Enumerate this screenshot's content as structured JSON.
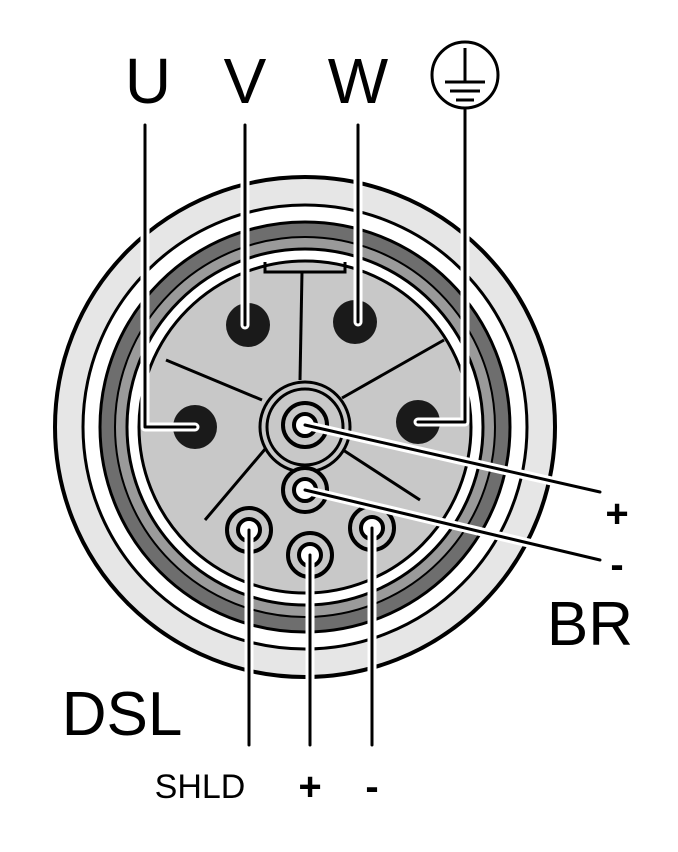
{
  "top_labels": {
    "u": "U",
    "v": "V",
    "w": "W",
    "ground_icon": "protective-earth-ground-icon"
  },
  "brake": {
    "plus": "+",
    "minus": "-",
    "label": "BR"
  },
  "dsl": {
    "label": "DSL",
    "shld": "SHLD",
    "plus": "+",
    "minus": "-"
  },
  "colors": {
    "pin": "#1a1a1a",
    "insert": "#c8c8c8",
    "ring_dark": "#6e6e6e",
    "ring_light": "#e6e6e6",
    "line": "#000000"
  }
}
